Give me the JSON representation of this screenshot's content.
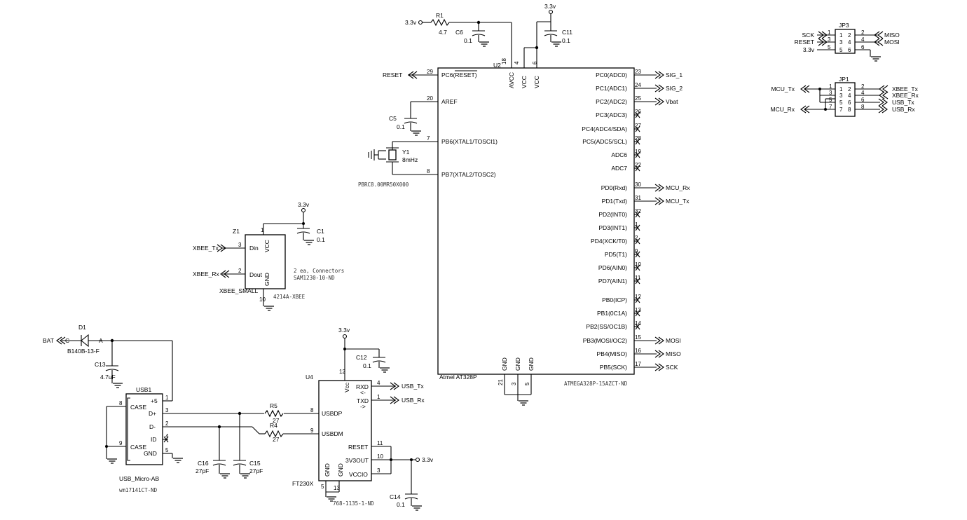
{
  "power": {
    "v33": "3.3v",
    "bat": "BAT"
  },
  "u2": {
    "ref": "U2",
    "name": "Atmel AT328P",
    "part": "ATMEGA328P-15AZCT-ND",
    "left_pins": [
      {
        "num": "29",
        "label": "PC6(RESET)",
        "net": "RESET"
      },
      {
        "num": "20",
        "label": "AREF"
      },
      {
        "num": "7",
        "label": "PB6(XTAL1/TOSCI1)"
      },
      {
        "num": "8",
        "label": "PB7(XTAL2/TOSC2)"
      }
    ],
    "top_pins": [
      {
        "num": "18",
        "label": "AVCC"
      },
      {
        "num": "4",
        "label": "VCC"
      },
      {
        "num": "6",
        "label": "VCC"
      }
    ],
    "bottom_pins": [
      {
        "num": "21",
        "label": "GND"
      },
      {
        "num": "3",
        "label": "GND"
      },
      {
        "num": "5",
        "label": "GND"
      }
    ],
    "right_pins": [
      {
        "num": "23",
        "label": "PC0(ADC0)",
        "net": "SIG_1"
      },
      {
        "num": "24",
        "label": "PC1(ADC1)",
        "net": "SIG_2"
      },
      {
        "num": "25",
        "label": "PC2(ADC2)",
        "net": "Vbat"
      },
      {
        "num": "26",
        "label": "PC3(ADC3)",
        "net": ""
      },
      {
        "num": "27",
        "label": "PC4(ADC4/SDA)",
        "net": ""
      },
      {
        "num": "28",
        "label": "PC5(ADC5/SCL)",
        "net": ""
      },
      {
        "num": "19",
        "label": "ADC6",
        "net": ""
      },
      {
        "num": "22",
        "label": "ADC7",
        "net": ""
      },
      {
        "num": "30",
        "label": "PD0(Rxd)",
        "net": "MCU_Rx"
      },
      {
        "num": "31",
        "label": "PD1(Txd)",
        "net": "MCU_Tx"
      },
      {
        "num": "32",
        "label": "PD2(INT0)",
        "net": ""
      },
      {
        "num": "1",
        "label": "PD3(INT1)",
        "net": ""
      },
      {
        "num": "2",
        "label": "PD4(XCK/T0)",
        "net": ""
      },
      {
        "num": "9",
        "label": "PD5(T1)",
        "net": ""
      },
      {
        "num": "10",
        "label": "PD6(AIN0)",
        "net": ""
      },
      {
        "num": "11",
        "label": "PD7(AIN1)",
        "net": ""
      },
      {
        "num": "12",
        "label": "PB0(ICP)",
        "net": ""
      },
      {
        "num": "13",
        "label": "PB1(0C1A)",
        "net": ""
      },
      {
        "num": "14",
        "label": "PB2(SS/OC1B)",
        "net": ""
      },
      {
        "num": "15",
        "label": "PB3(MOSI/OC2)",
        "net": "MOSI"
      },
      {
        "num": "16",
        "label": "PB4(MISO)",
        "net": "MISO"
      },
      {
        "num": "17",
        "label": "PB5(SCK)",
        "net": "SCK"
      }
    ]
  },
  "r1": {
    "ref": "R1",
    "value": "4.7"
  },
  "c6": {
    "ref": "C6",
    "value": "0.1"
  },
  "c11": {
    "ref": "C11",
    "value": "0.1"
  },
  "c5": {
    "ref": "C5",
    "value": "0.1"
  },
  "y1": {
    "ref": "Y1",
    "value": "8mHz",
    "part": "PBRC8.00MR50X000"
  },
  "jp3": {
    "ref": "JP3",
    "left": [
      {
        "net": "SCK",
        "pin": "1"
      },
      {
        "net": "RESET",
        "pin": "3"
      },
      {
        "net": "3.3v",
        "pin": "5"
      }
    ],
    "right": [
      {
        "net": "MISO",
        "pin": "2"
      },
      {
        "net": "MOSI",
        "pin": "4"
      },
      {
        "net": "",
        "pin": "6"
      }
    ]
  },
  "jp1": {
    "ref": "JP1",
    "left": [
      {
        "net": "MCU_Tx",
        "pin": "1"
      },
      {
        "net": "",
        "pin": "3"
      },
      {
        "net": "",
        "pin": "5"
      },
      {
        "net": "MCU_Rx",
        "pin": "7"
      }
    ],
    "right": [
      {
        "net": "XBEE_Tx",
        "pin": "2"
      },
      {
        "net": "XBEE_Rx",
        "pin": "4"
      },
      {
        "net": "USB_Tx",
        "pin": "6"
      },
      {
        "net": "USB_Rx",
        "pin": "8"
      }
    ]
  },
  "z1": {
    "ref": "Z1",
    "name": "XBEE_SMALL",
    "part": "4214A-XBEE",
    "note1": "2 ea, Connectors",
    "note2": "SAM1230-10-ND",
    "pins": [
      {
        "num": "3",
        "label": "Din",
        "net": "XBEE_Tx"
      },
      {
        "num": "2",
        "label": "Dout",
        "net": "XBEE_Rx"
      },
      {
        "num": "1",
        "label": "VCC"
      },
      {
        "num": "10",
        "label": "GND"
      }
    ]
  },
  "c1": {
    "ref": "C1",
    "value": "0.1"
  },
  "d1": {
    "ref": "D1",
    "part": "B140B-13-F",
    "cathode": "C",
    "anode": "A"
  },
  "c13": {
    "ref": "C13",
    "value": "4.7uF"
  },
  "usb1": {
    "ref": "USB1",
    "name": "USB_Micro-AB",
    "part": "wm17141CT-ND",
    "pins": [
      {
        "num": "1",
        "label": "+5"
      },
      {
        "num": "3",
        "label": "D+"
      },
      {
        "num": "2",
        "label": "D-"
      },
      {
        "num": "4",
        "label": "ID"
      },
      {
        "num": "5",
        "label": "GND"
      }
    ],
    "case_pins": [
      {
        "num": "8",
        "label": "CASE"
      },
      {
        "num": "9",
        "label": "CASE"
      }
    ]
  },
  "r5": {
    "ref": "R5",
    "value": "27"
  },
  "r4": {
    "ref": "R4",
    "value": "27"
  },
  "c16": {
    "ref": "C16",
    "value": "27pF"
  },
  "c15": {
    "ref": "C15",
    "value": "27pF"
  },
  "c12": {
    "ref": "C12",
    "value": "0.1"
  },
  "c14": {
    "ref": "C14",
    "value": "0.1"
  },
  "u4": {
    "ref": "U4",
    "name": "FT230X",
    "part": "768-1135-1-ND",
    "vcc": {
      "num": "12",
      "label": "Vcc"
    },
    "left_pins": [
      {
        "num": "8",
        "label": "USBDP"
      },
      {
        "num": "9",
        "label": "USBDM"
      }
    ],
    "right_pins": [
      {
        "num": "4",
        "label": "RXD",
        "net": "USB_Tx",
        "arrow": "<-"
      },
      {
        "num": "1",
        "label": "TXD",
        "net": "USB_Rx",
        "arrow": "->"
      },
      {
        "num": "11",
        "label": "RESET"
      },
      {
        "num": "10",
        "label": "3V3OUT"
      },
      {
        "num": "3",
        "label": "VCCIO"
      }
    ],
    "gnd_pins": [
      {
        "num": "5",
        "label": "GND"
      },
      {
        "num": "13",
        "label": "GND"
      }
    ]
  }
}
